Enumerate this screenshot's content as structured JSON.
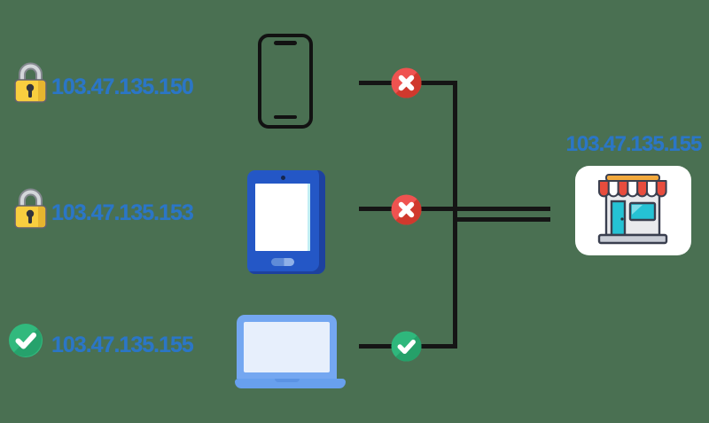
{
  "clients": [
    {
      "ip": "103.47.135.150",
      "status_icon": "lock-icon",
      "device": "smartphone",
      "connection": "blocked"
    },
    {
      "ip": "103.47.135.153",
      "status_icon": "lock-icon",
      "device": "tablet",
      "connection": "blocked"
    },
    {
      "ip": "103.47.135.155",
      "status_icon": "check-icon",
      "device": "laptop",
      "connection": "allowed"
    }
  ],
  "server": {
    "ip": "103.47.135.155",
    "icon": "storefront-icon"
  },
  "badges": {
    "blocked_glyph": "cross",
    "allowed_glyph": "checkmark"
  },
  "colors": {
    "background": "#4a7052",
    "ip_text": "#2b76c6",
    "line": "#151515",
    "blocked": "#ef5350",
    "blocked_shadow": "#d0392d",
    "allowed": "#2fb77c",
    "allowed_shadow": "#25a069",
    "lock_body": "#f9ce3f",
    "card": "#ffffff"
  }
}
